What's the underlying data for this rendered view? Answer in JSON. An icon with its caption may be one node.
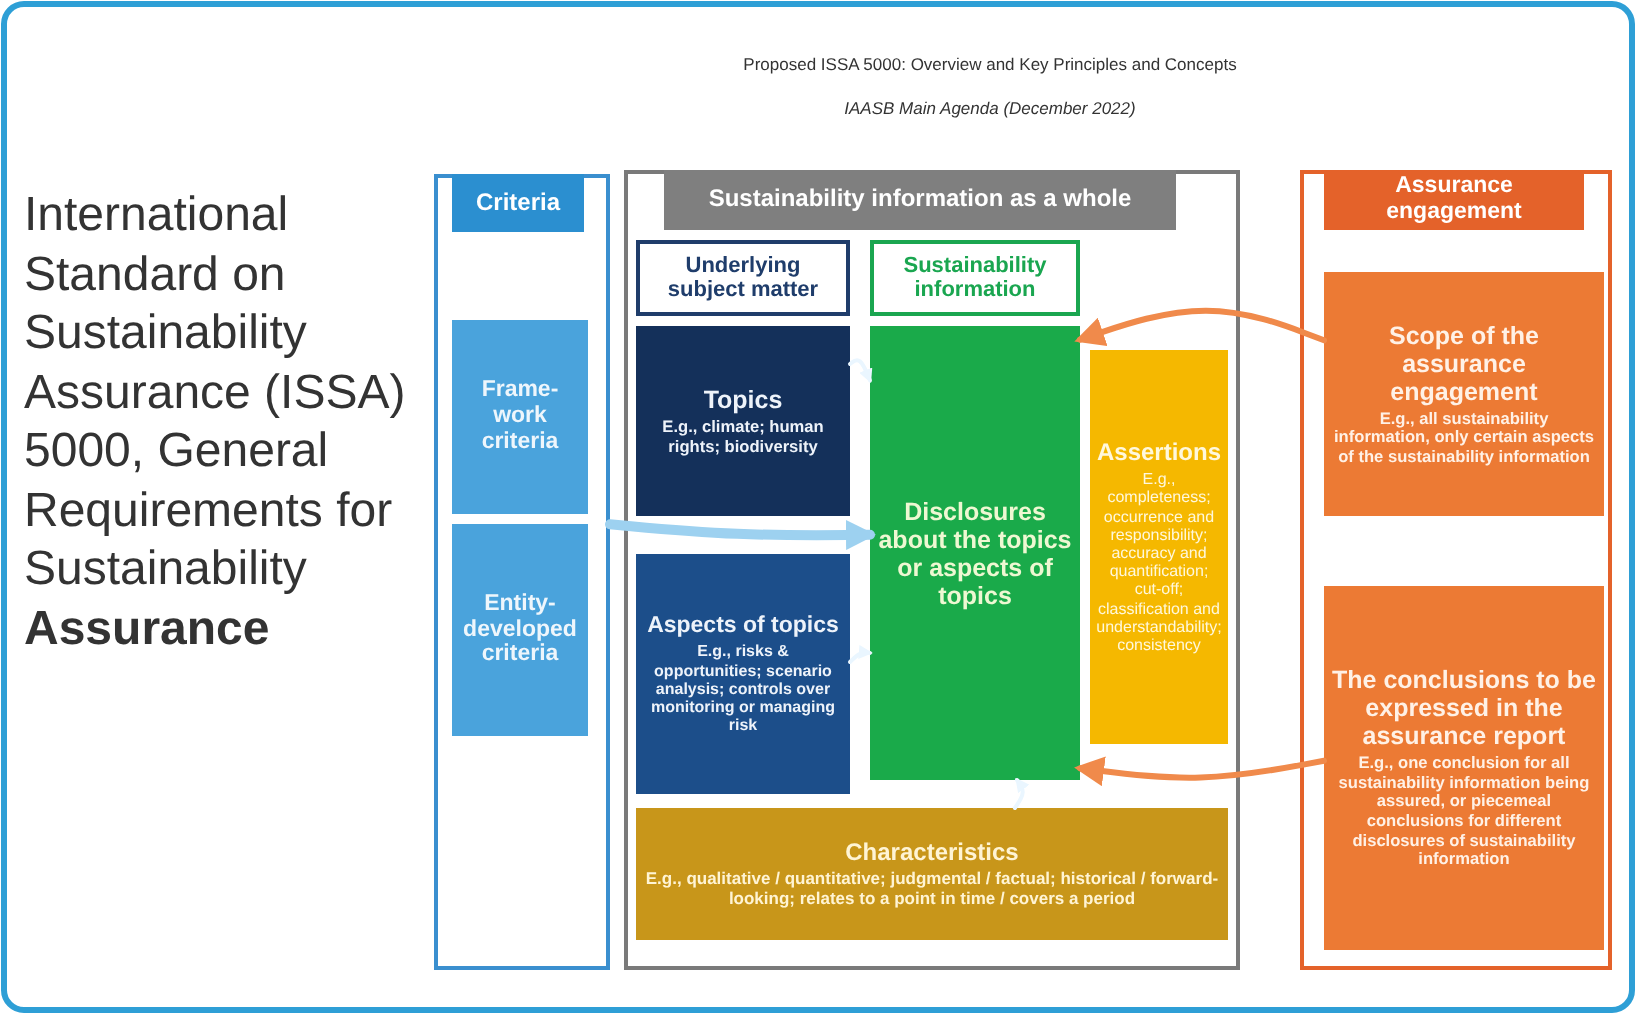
{
  "diagram": {
    "title": "Proposed ISSA 5000: Overview and Key Principles and Concepts",
    "nodes": [
      {
        "text": [
          "Criteria"
        ]
      },
      {
        "text": [
          "Frame-work criteria"
        ],
        "in": 0
      },
      {
        "text": [
          "Entity-developed criteria"
        ],
        "in": 0
      },
      {
        "text": [
          "Sustainability information as a whole"
        ]
      },
      {
        "text": [
          "Underlying subject matter"
        ],
        "in": 3
      },
      {
        "text": [
          "Sustainability information"
        ],
        "in": 3
      },
      {
        "text": [
          "Topics",
          "E.g., climate; human rights; biodiversity"
        ],
        "in": 3
      },
      {
        "text": [
          "Aspects of topics",
          "E.g., risks & opportunities; scenario analysis; controls over monitoring or managing risk"
        ],
        "in": 3
      },
      {
        "text": [
          "Disclosures about the topics or aspects of topics"
        ],
        "in": 3
      },
      {
        "text": [
          "Assertions",
          "E.g., completeness; occurrence and responsibility; accuracy and quantification; cut-off; classification and understandability; consistency"
        ],
        "in": 3
      },
      {
        "text": [
          "Characteristics",
          "E.g., qualitative / quantitative; judgmental / factual; historical / forward-looking; relates to a point in time / covers a period"
        ],
        "in": 3
      },
      {
        "text": [
          "Assurance engagement"
        ]
      },
      {
        "text": [
          "Scope of the assurance engagement",
          "E.g., all sustainability information, only certain aspects of the sustainability information"
        ],
        "in": 11
      },
      {
        "text": [
          "The conclusions to be expressed in the assurance report",
          "E.g., one conclusion for all sustainability information being assured, or piecemeal conclusions for different disclosures of sustainability information"
        ],
        "in": 11
      }
    ],
    "edges": [
      {
        "from": 0,
        "to": 8,
        "arrow": "to",
        "style": "thick",
        "color": "#9dd1f0"
      },
      {
        "from": 6,
        "to": 8,
        "arrow": "to"
      },
      {
        "from": 7,
        "to": 8,
        "arrow": "to"
      },
      {
        "from": 10,
        "to": 8,
        "arrow": "to"
      },
      {
        "from": 12,
        "to": 8,
        "arrow": "to",
        "color": "#f08a4b"
      },
      {
        "from": 13,
        "to": 8,
        "arrow": "to",
        "color": "#f08a4b"
      }
    ],
    "labels": [
      "IAASB Main Agenda (December 2022)",
      "International Standard on Sustainability Assurance (ISSA) 5000, General Requirements for Sustainability **Assurance**"
    ]
  }
}
